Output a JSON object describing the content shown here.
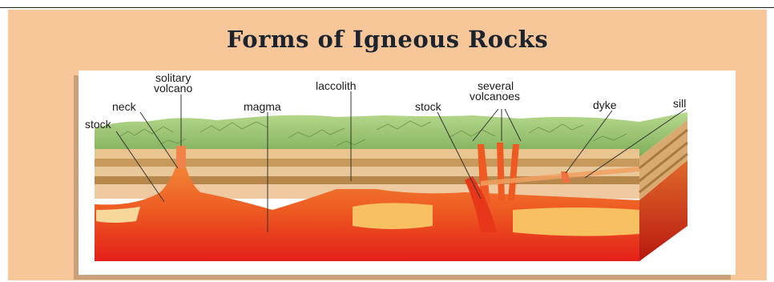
{
  "title": "Forms of Igneous Rocks",
  "labels": {
    "stock_left": "stock",
    "neck": "neck",
    "solitary_line1": "solitary",
    "solitary_line2": "volcano",
    "magma": "magma",
    "laccolith": "laccolith",
    "stock_right": "stock",
    "several_line1": "several",
    "several_line2": "volcanoes",
    "dyke": "dyke",
    "sill": "sill"
  },
  "colors": {
    "background": "#f7c79a",
    "grass": "#8fbf6a",
    "magma_deep": "#e8361a",
    "magma_light": "#f6a540",
    "strata_tan": "#e2c08e",
    "strata_brown": "#b98a4e"
  }
}
